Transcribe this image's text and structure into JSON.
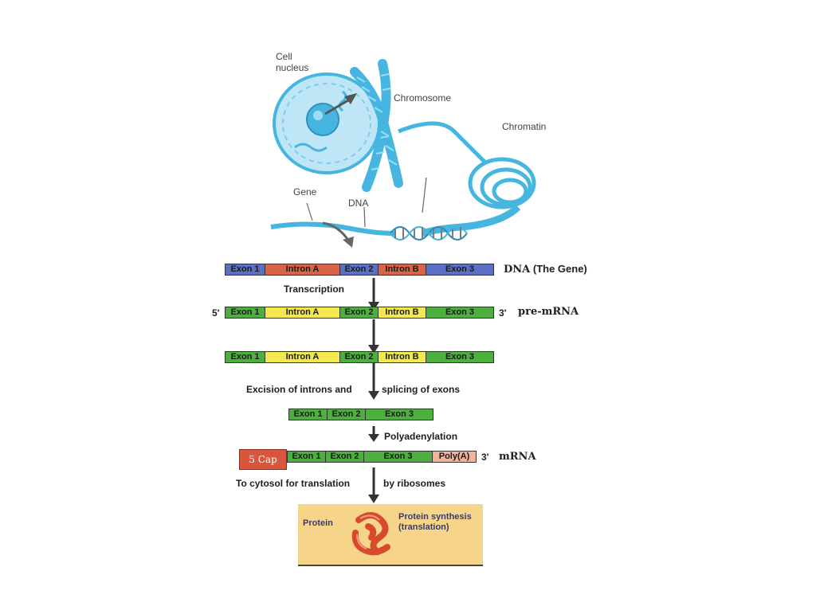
{
  "colors": {
    "blue": "#5b6fc3",
    "red": "#d76349",
    "green": "#4caf3e",
    "yellow": "#f3e84e",
    "pink": "#f2b39a",
    "cap": "#d9553d",
    "protein_bg": "#f6d58a",
    "cell": "#46b6e0"
  },
  "illustration": {
    "labels": {
      "cell_nucleus": "Cell\nnucleus",
      "chromosome": "Chromosome",
      "chromatin": "Chromatin",
      "gene": "Gene",
      "dna": "DNA"
    }
  },
  "rows": {
    "dna": {
      "segments": [
        {
          "label": "Exon 1",
          "color": "#5b6fc3"
        },
        {
          "label": "Intron A",
          "color": "#d76349"
        },
        {
          "label": "Exon 2",
          "color": "#5b6fc3"
        },
        {
          "label": "Intron B",
          "color": "#d76349"
        },
        {
          "label": "Exon 3",
          "color": "#5b6fc3"
        }
      ],
      "tag_bold": "DNA",
      "tag_rest": " (The Gene)"
    },
    "pre_mrna": {
      "five": "5'",
      "three": "3'",
      "segments": [
        {
          "label": "Exon 1",
          "color": "#4caf3e"
        },
        {
          "label": "Intron A",
          "color": "#f3e84e"
        },
        {
          "label": "Exon 2",
          "color": "#4caf3e"
        },
        {
          "label": "Intron B",
          "color": "#f3e84e"
        },
        {
          "label": "Exon 3",
          "color": "#4caf3e"
        }
      ],
      "tag": "pre-mRNA"
    },
    "capped": {
      "segments": [
        {
          "label": "Exon 1",
          "color": "#4caf3e"
        },
        {
          "label": "Intron A",
          "color": "#f3e84e"
        },
        {
          "label": "Exon 2",
          "color": "#4caf3e"
        },
        {
          "label": "Intron B",
          "color": "#f3e84e"
        },
        {
          "label": "Exon 3",
          "color": "#4caf3e"
        }
      ]
    },
    "spliced": {
      "segments": [
        {
          "label": "Exon 1",
          "color": "#4caf3e"
        },
        {
          "label": "Exon 2",
          "color": "#4caf3e"
        },
        {
          "label": "Exon 3",
          "color": "#4caf3e"
        }
      ]
    },
    "mrna": {
      "cap": "5 Cap",
      "three": "3'",
      "segments": [
        {
          "label": "Exon 1",
          "color": "#4caf3e"
        },
        {
          "label": "Exon 2",
          "color": "#4caf3e"
        },
        {
          "label": "Exon 3",
          "color": "#4caf3e"
        },
        {
          "label": "Poly(A)",
          "color": "#f2b39a"
        }
      ],
      "tag": "mRNA"
    }
  },
  "steps": {
    "transcription": "Transcription",
    "excision_a": "Excision of introns and",
    "excision_b": "splicing of exons",
    "polyadenylation": "Polyadenylation",
    "cytosol_a": "To cytosol for translation",
    "cytosol_b": "by ribosomes"
  },
  "protein_box": {
    "protein": "Protein",
    "synthesis_1": "Protein synthesis",
    "synthesis_2": "(translation)"
  }
}
